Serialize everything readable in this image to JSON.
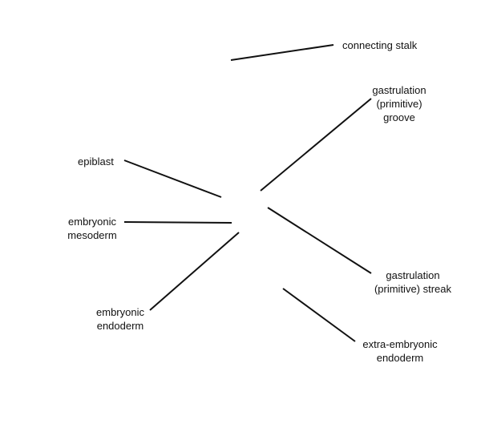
{
  "diagram": {
    "labels": {
      "connecting_stalk": [
        "connecting stalk"
      ],
      "gastrulation_groove": [
        "gastrulation",
        "(primitive)",
        "groove"
      ],
      "epiblast": [
        "epiblast"
      ],
      "embryonic_mesoderm": [
        "embryonic",
        "mesoderm"
      ],
      "gastrulation_streak": [
        "gastrulation",
        "(primitive) streak"
      ],
      "embryonic_endoderm": [
        "embryonic",
        "endoderm"
      ],
      "extra_embryonic_endoderm": [
        "extra-embryonic",
        "endoderm"
      ]
    },
    "colors": {
      "line": "#111111",
      "text": "#111111",
      "background": "#ffffff"
    }
  }
}
